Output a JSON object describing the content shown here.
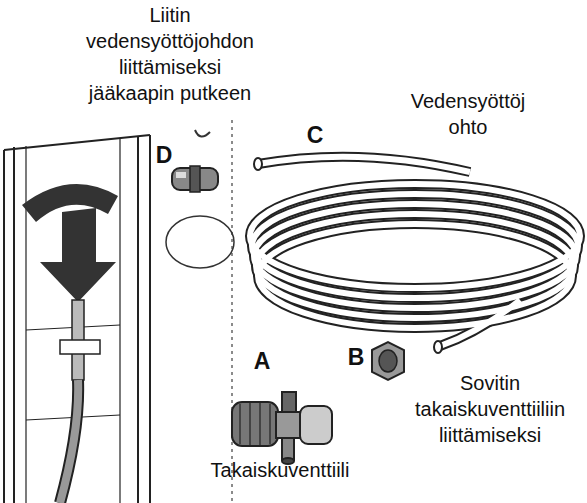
{
  "diagram": {
    "labels": [
      "Liitin vedensyöttöjohdon liittämiseksi jääkaapin putkeen",
      "D",
      "C",
      "Vedensyöttöj ohto",
      "A",
      "B",
      "Sovitin takaiskuventtiiliin liittämiseksi",
      "Takaiskuventtiili"
    ]
  }
}
